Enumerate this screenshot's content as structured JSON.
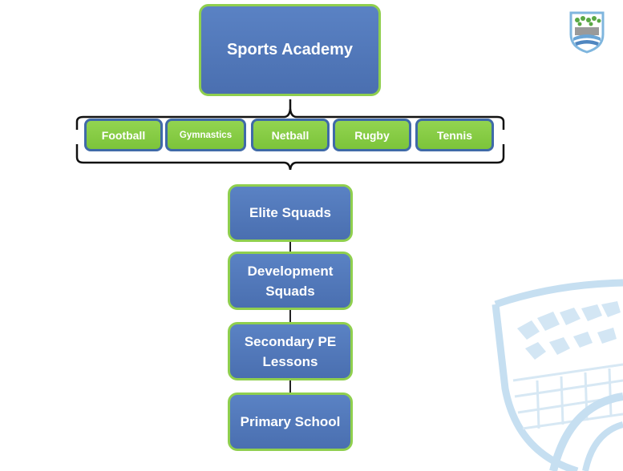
{
  "top": {
    "label": "Sports Academy"
  },
  "sports": [
    {
      "label": "Football"
    },
    {
      "label": "Gymnastics"
    },
    {
      "label": "Netball"
    },
    {
      "label": "Rugby"
    },
    {
      "label": "Tennis"
    }
  ],
  "levels": [
    {
      "label": "Elite Squads"
    },
    {
      "label": "Development Squads"
    },
    {
      "label": "Secondary PE Lessons"
    },
    {
      "label": "Primary School"
    }
  ],
  "colors": {
    "box_blue": "#4f77b9",
    "box_green": "#86cc45",
    "watermark": "#cfe3f2"
  }
}
